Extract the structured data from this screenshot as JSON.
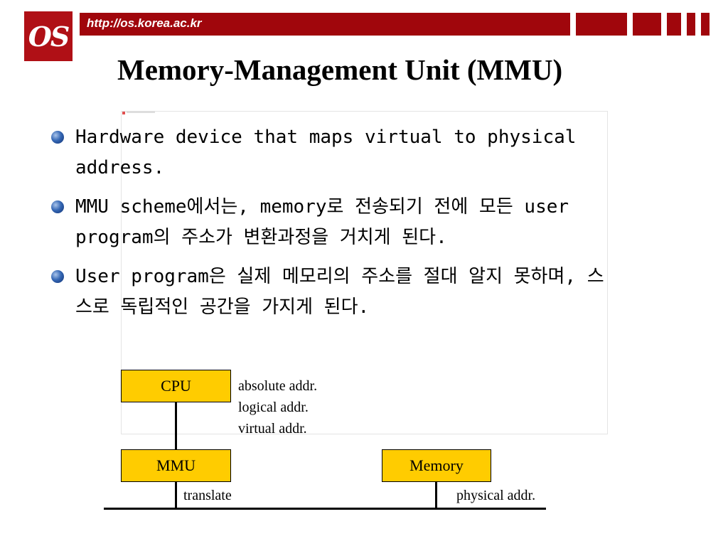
{
  "header": {
    "logo_text": "OS",
    "url": "http://os.korea.ac.kr",
    "accent_color": "#a0060c"
  },
  "slide": {
    "title": "Memory-Management Unit (MMU)",
    "bullets": [
      "Hardware device that maps virtual to physical address.",
      "MMU scheme에서는, memory로 전송되기 전에 모든 user program의 주소가 변환과정을 거치게 된다.",
      "User program은 실제 메모리의 주소를 절대 알지 못하며, 스스로 독립적인 공간을 가지게 된다."
    ]
  },
  "diagram": {
    "cpu": "CPU",
    "mmu": "MMU",
    "memory": "Memory",
    "address_labels": [
      "absolute addr.",
      "logical addr.",
      "virtual addr."
    ],
    "translate": "translate",
    "physical": "physical addr.",
    "box_color": "#ffcc00"
  }
}
